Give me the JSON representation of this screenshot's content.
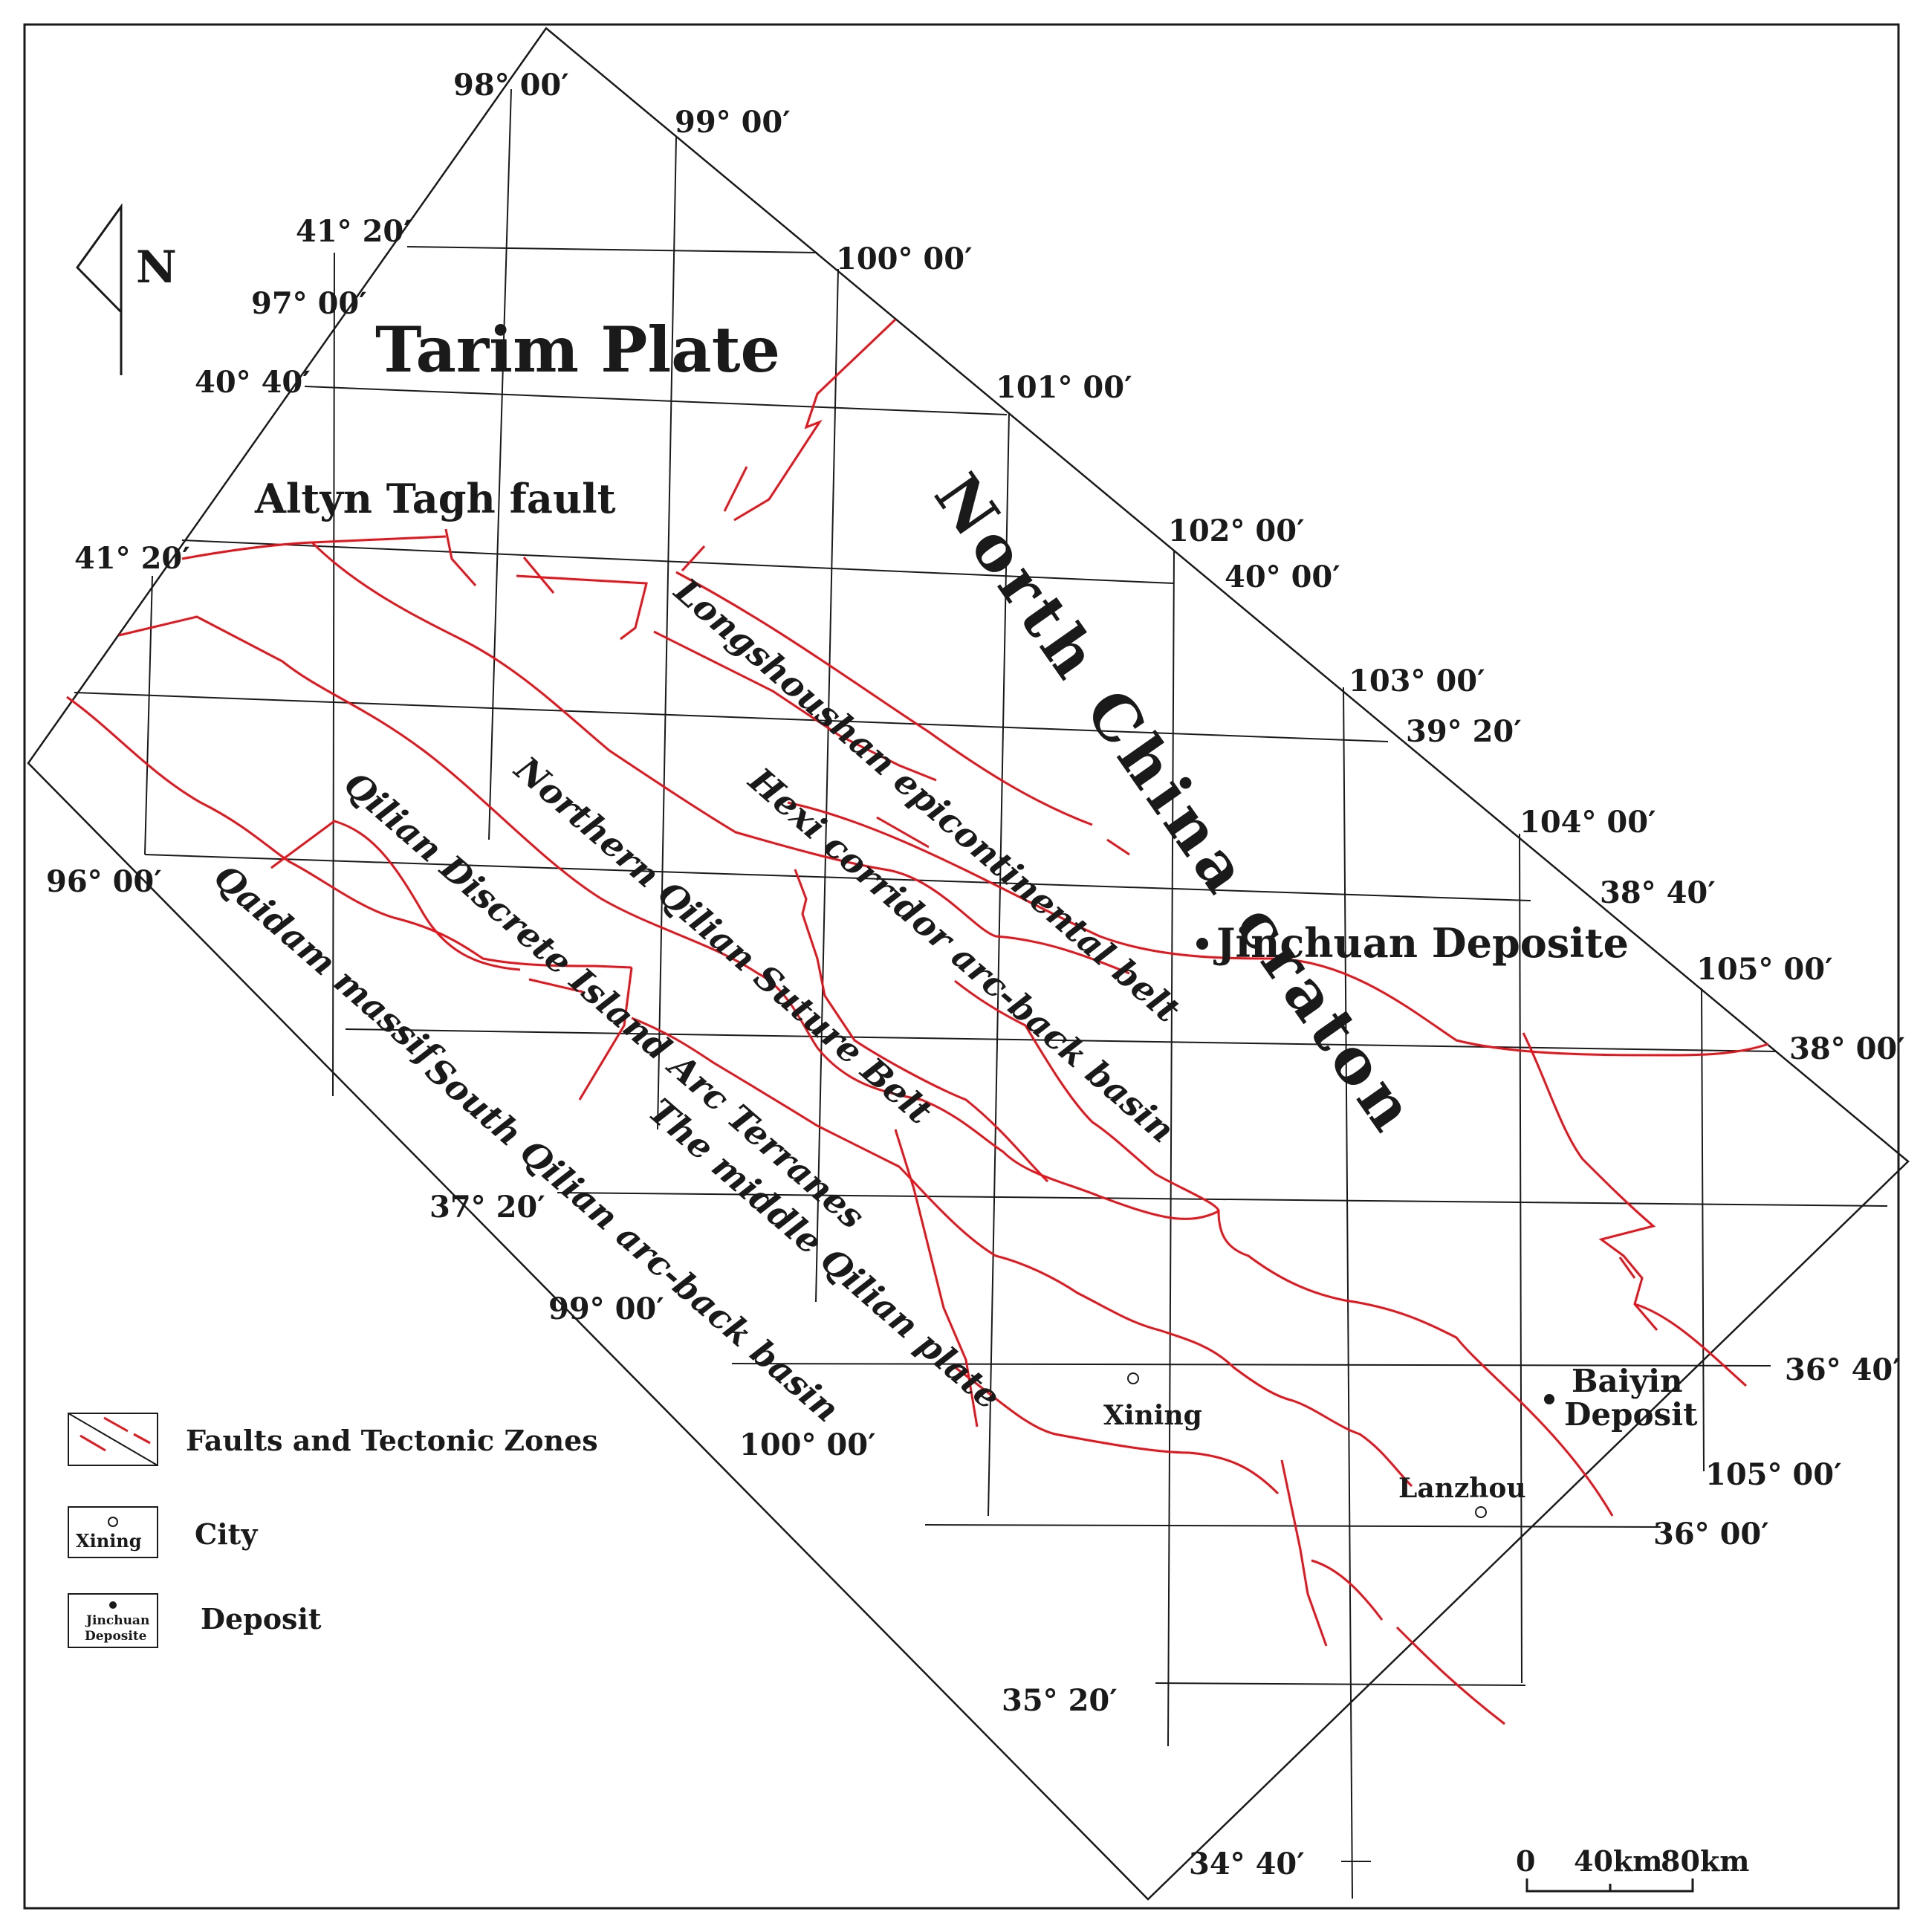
{
  "map": {
    "colors": {
      "fault": "#e8141b",
      "grid": "#1a1a1a",
      "text": "#1a1a1a",
      "background": "#ffffff"
    },
    "north_arrow": {
      "label": "N"
    },
    "plates": {
      "tarim": "Tarim Plate",
      "north_china": "North China craton"
    },
    "faults": {
      "altyn_tagh": "Altyn Tagh  fault"
    },
    "zones": {
      "longshoushan": "Longshoushan epicontinental belt",
      "hexi": "Hexi corridor arc-back basin",
      "northern_qilian": "Northern Qilian Suture Belt",
      "qilian_discrete": "Qilian Discrete Island Arc Terranes",
      "qaidam": "Qaidam massif",
      "middle_qilian": "The middle Qilian plate",
      "south_qilian": "South Qilian arc-back basin"
    },
    "deposits": {
      "jinchuan": "Jinchuan Deposite",
      "baiyin_line1": "Baiyin",
      "baiyin_line2": "Deposit"
    },
    "cities": {
      "xining": "Xining",
      "lanzhou": "Lanzhou"
    },
    "longitude_labels": {
      "lon98": "98° 00′",
      "lon99_top": "99° 00′",
      "lon100_top": "100° 00′",
      "lon97": "97° 00′",
      "lon101": "101° 00′",
      "lon102": "102° 00′",
      "lon103": "103° 00′",
      "lon104": "104° 00′",
      "lon105_top": "105° 00′",
      "lon96": "96° 00′",
      "lon99_bot": "99° 00′",
      "lon100_bot": "100° 00′",
      "lon105_bot": "105° 00′"
    },
    "latitude_labels": {
      "lat4120_top": "41° 20′",
      "lat4040": "40° 40′",
      "lat4120_left": "41° 20′",
      "lat4000": "40° 00′",
      "lat3920": "39° 20′",
      "lat3840": "38° 40′",
      "lat3800": "38° 00′",
      "lat3640": "36° 40′",
      "lat3600": "36° 00′",
      "lat3720": "37° 20′",
      "lat3520": "35° 20′",
      "lat3440": "34° 40′"
    },
    "scale_bar": {
      "zero": "0",
      "mid": "40km",
      "end": "80km"
    },
    "legend": {
      "faults": "Faults and Tectonic Zones",
      "city": "City",
      "city_sample": "Xining",
      "deposit": "Deposit",
      "deposit_sample_line1": "Jinchuan",
      "deposit_sample_line2": "Deposite"
    }
  }
}
